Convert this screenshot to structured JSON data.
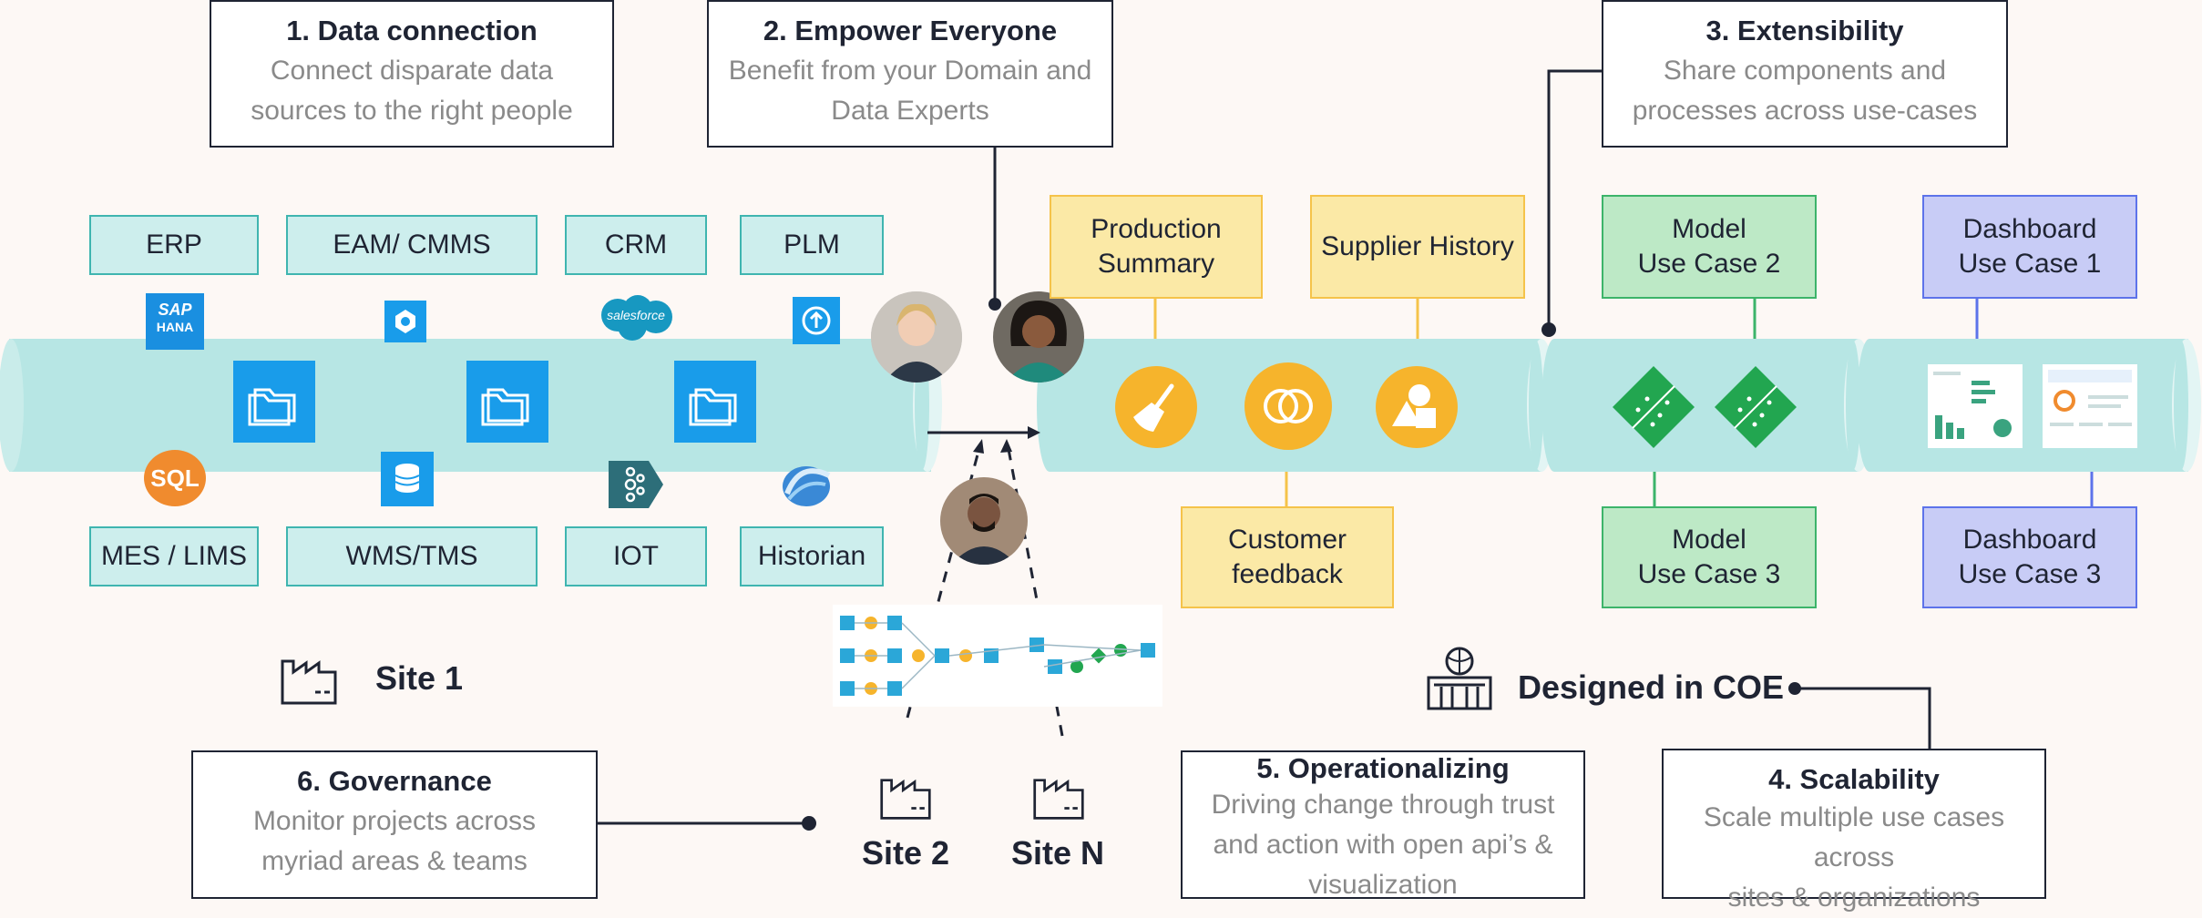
{
  "callouts": {
    "data_connection": {
      "title": "1. Data connection",
      "line1": "Connect disparate data",
      "line2": "sources to the right people"
    },
    "empower": {
      "title": "2. Empower Everyone",
      "line1": "Benefit from your Domain and",
      "line2": "Data Experts"
    },
    "extensibility": {
      "title": "3. Extensibility",
      "line1": "Share components and",
      "line2": "processes across use-cases"
    },
    "scalability": {
      "title": "4. Scalability",
      "line1": "Scale multiple use cases across",
      "line2": "sites & organizations"
    },
    "operationalizing": {
      "title": "5. Operationalizing",
      "line1": "Driving change through trust",
      "line2": "and action with open api’s &",
      "line3": "visualization"
    },
    "governance": {
      "title": "6. Governance",
      "line1": "Monitor projects across",
      "line2": "myriad areas & teams"
    }
  },
  "sources_top": [
    "ERP",
    "EAM/ CMMS",
    "CRM",
    "PLM"
  ],
  "sources_bottom": [
    "MES / LIMS",
    "WMS/TMS",
    "IOT",
    "Historian"
  ],
  "logos": {
    "sap_line1": "SAP",
    "sap_line2": "HANA",
    "salesforce": "salesforce",
    "sql": "SQL"
  },
  "analytics": {
    "production_line1": "Production",
    "production_line2": "Summary",
    "supplier": "Supplier History",
    "feedback_line1": "Customer",
    "feedback_line2": "feedback"
  },
  "models": {
    "m2_line1": "Model",
    "m2_line2": "Use Case 2",
    "m3_line1": "Model",
    "m3_line2": "Use Case 3"
  },
  "dashboards": {
    "d1_line1": "Dashboard",
    "d1_line2": "Use Case 1",
    "d3_line1": "Dashboard",
    "d3_line2": "Use Case 3"
  },
  "sites": {
    "site1": "Site 1",
    "site2": "Site 2",
    "siteN": "Site N",
    "coe": "Designed in COE"
  },
  "colors": {
    "pipe": "#b7e6e4",
    "pipe_edge": "#e3f5f4",
    "source_fill": "#cdeeed",
    "source_border": "#3fb5b0",
    "folder": "#199cea",
    "analytics": "#f6b42c",
    "model": "#22a650",
    "navy": "#1f2433"
  },
  "icons": [
    "folder-icon",
    "sap-hana-logo",
    "gcp-icon",
    "salesforce-logo",
    "upload-icon",
    "sql-icon",
    "database-icon",
    "kafka-icon",
    "historian-icon",
    "broom-icon",
    "rings-icon",
    "shapes-icon",
    "model-diamond-icon",
    "factory-icon",
    "stadium-icon"
  ]
}
